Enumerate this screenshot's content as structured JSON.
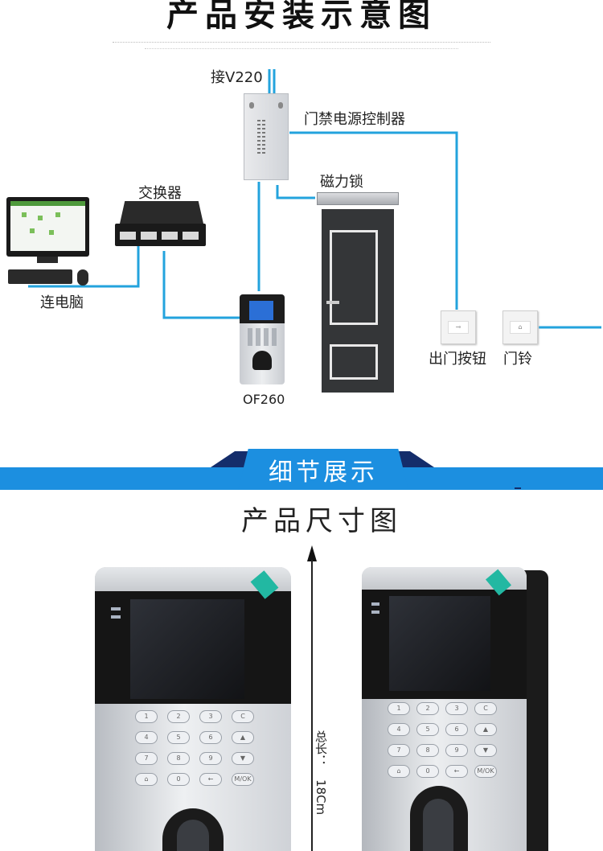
{
  "header": {
    "title": "产品安装示意图"
  },
  "diagram": {
    "power_label": "接V220",
    "power_controller_label": "门禁电源控制器",
    "switch_label": "交换器",
    "lock_label": "磁力锁",
    "computer_label": "连电脑",
    "device_label": "OF260",
    "exit_button_label": "出门按钮",
    "doorbell_label": "门铃",
    "wire_color": "#23a3dd"
  },
  "section": {
    "banner_title": "细节展示",
    "subtitle": "产品尺寸图",
    "banner_color": "#1c8fe0"
  },
  "dimension": {
    "total_length_label": "总长：",
    "value": "18Cm"
  },
  "keypad": [
    "1",
    "2",
    "3",
    "C",
    "4",
    "5",
    "6",
    "▲",
    "7",
    "8",
    "9",
    "▼",
    "⌂",
    "0",
    "←",
    "M/OK"
  ]
}
